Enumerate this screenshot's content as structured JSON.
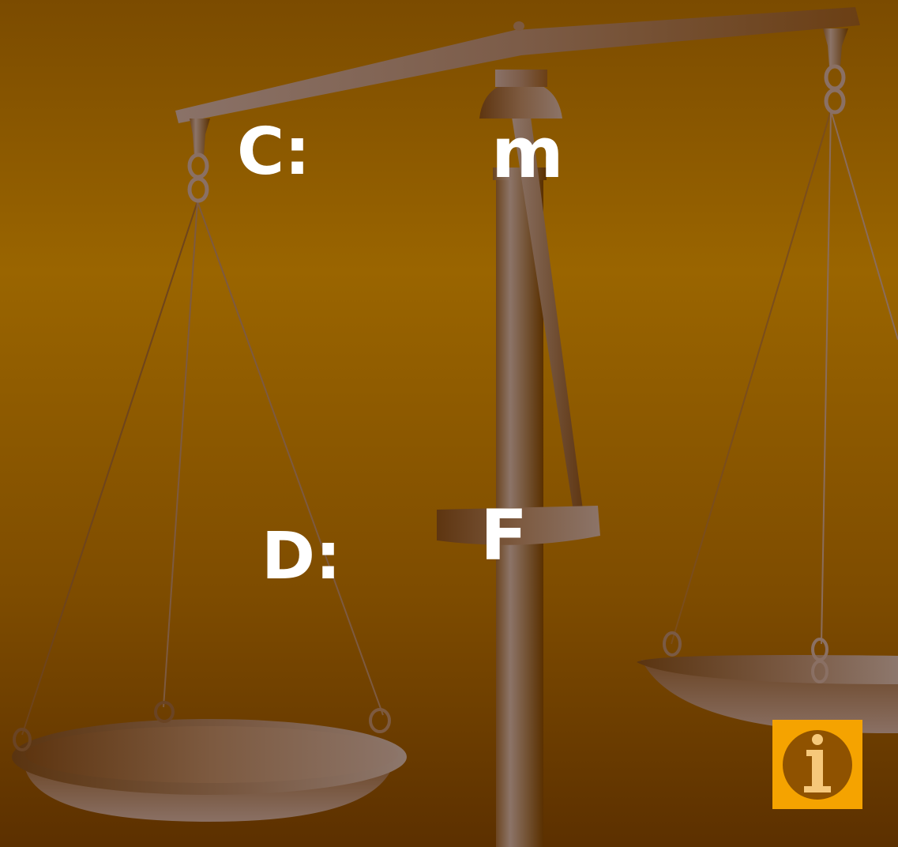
{
  "labels": {
    "c": "C:",
    "m": "m",
    "d": "D:",
    "f": "F"
  },
  "info_button": {
    "icon": "info-icon",
    "glyph": "i",
    "color": "#f5a300"
  },
  "colors": {
    "background_top": "#7a4a00",
    "background_mid": "#9a6500",
    "background_bottom": "#5e3200",
    "scale_metal_light": "#8c7468",
    "scale_metal_dark": "#5e3510",
    "label_text": "#ffffff"
  }
}
